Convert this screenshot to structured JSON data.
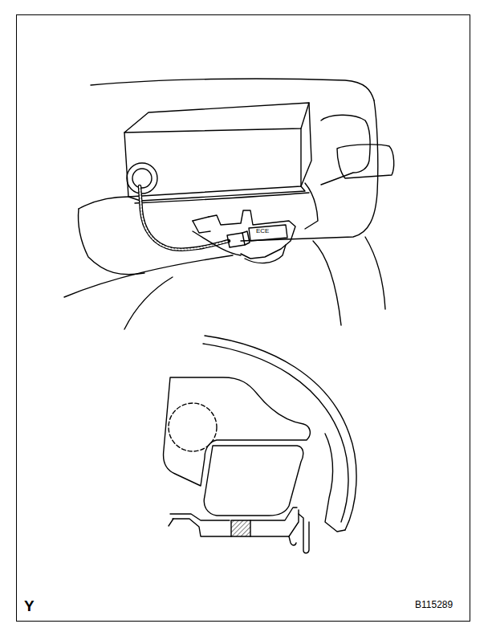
{
  "diagram": {
    "labels": [
      "ECE",
      "Y",
      "B115289"
    ]
  }
}
